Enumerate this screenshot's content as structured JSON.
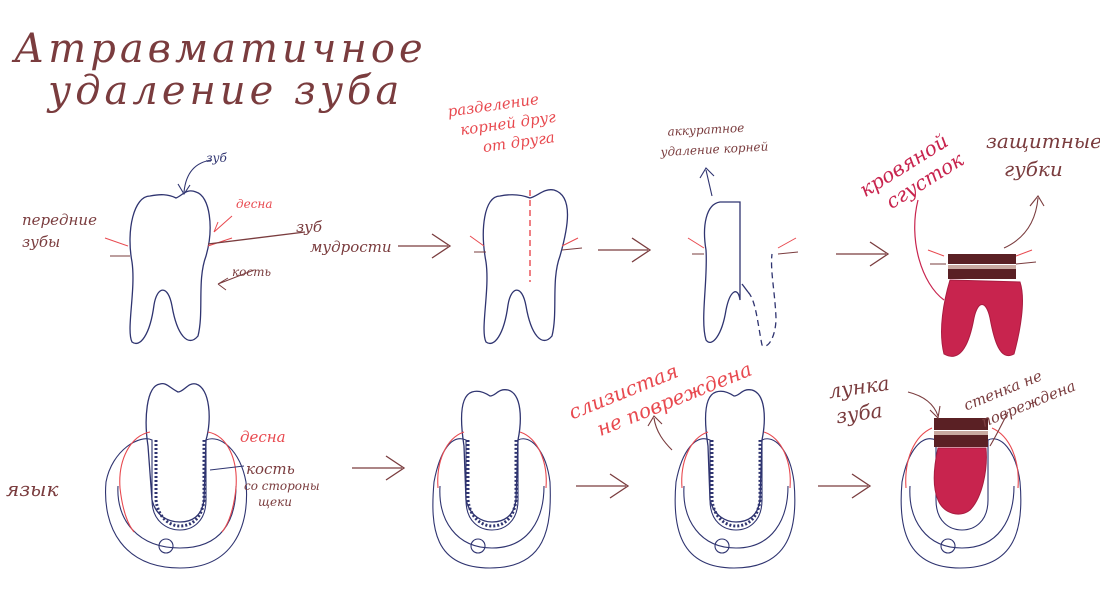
{
  "title": {
    "line1": "Атравматичное",
    "line2": "удаление зуба"
  },
  "top_row": {
    "tooth_label": "зуб",
    "gum_label": "десна",
    "front_teeth_line1": "передние",
    "front_teeth_line2": "зубы",
    "wisdom_line1": "зуб",
    "wisdom_line2": "мудрости",
    "bone_label": "кость",
    "separation_line1": "разделение",
    "separation_line2": "корней друг",
    "separation_line3": "от друга",
    "careful_line1": "аккуратное",
    "careful_line2": "удаление корней",
    "clot_line1": "кровяной",
    "clot_line2": "сгусток",
    "sponge_line1": "защитные",
    "sponge_line2": "губки"
  },
  "bottom_row": {
    "tongue_label": "язык",
    "gum_label": "десна",
    "bone_line1": "кость",
    "bone_line2": "со стороны",
    "bone_line3": "щеки",
    "mucosa_line1": "слизистая",
    "mucosa_line2": "не повреждена",
    "socket_line1": "лунка",
    "socket_line2": "зуба",
    "wall_line1": "стенка не",
    "wall_line2": "повреждена"
  },
  "colors": {
    "outline": "#2f3470",
    "annotation": "#7a3c3e",
    "accent_red": "#e8494f",
    "clot": "#c8244e",
    "sponge_dark": "#5a2024"
  }
}
